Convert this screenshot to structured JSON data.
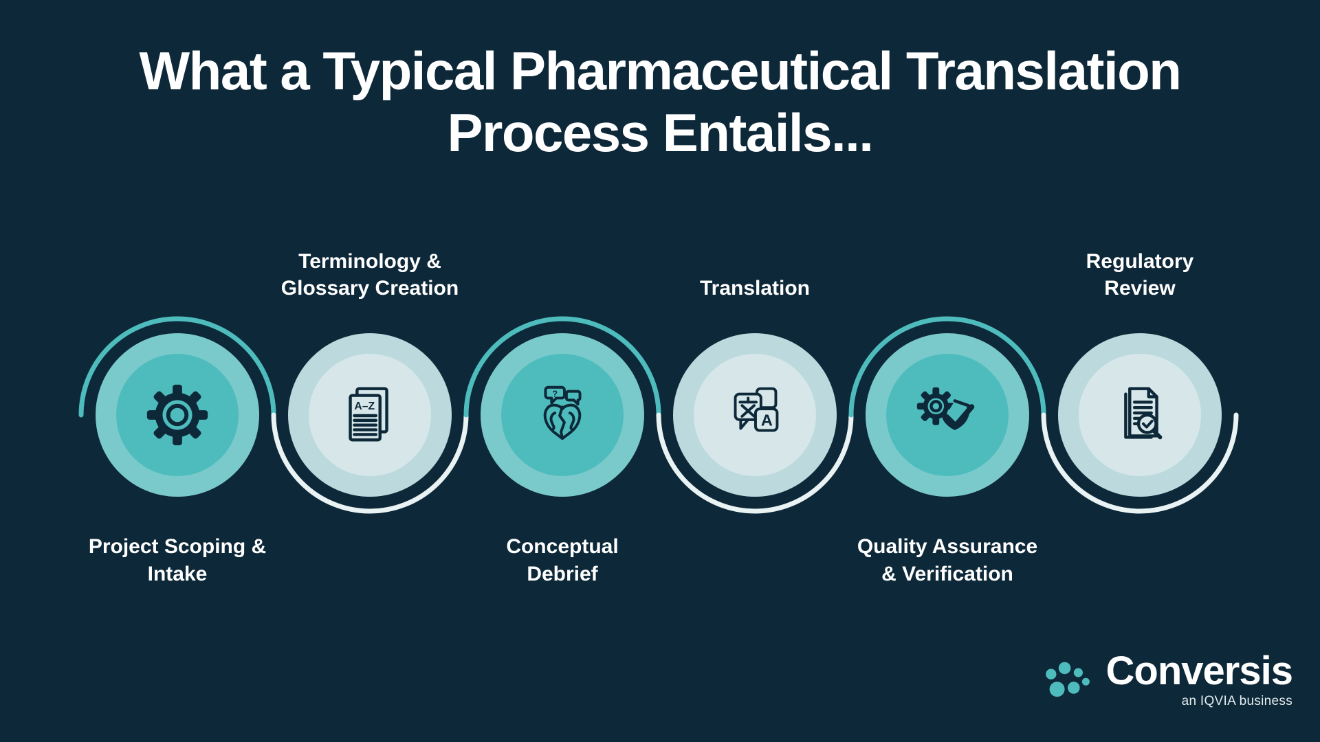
{
  "colors": {
    "background": "#0D2838",
    "teal": "#4EBCBD",
    "teal_band": "#7BCACB",
    "pale": "#D7E7E9",
    "pale_band": "#BCDADD",
    "arc_light": "#EAF3F4",
    "icon": "#0D2838",
    "text": "#FFFFFF"
  },
  "title": {
    "line1": "What a Typical Pharmaceutical Translation",
    "line2": "Process Entails..."
  },
  "steps": [
    {
      "label": "Project Scoping &\nIntake",
      "label_position": "below",
      "variant": "teal",
      "icon": "gear"
    },
    {
      "label": "Terminology &\nGlossary Creation",
      "label_position": "above",
      "variant": "pale",
      "icon": "glossary-document"
    },
    {
      "label": "Conceptual\nDebrief",
      "label_position": "below",
      "variant": "teal",
      "icon": "discussion-shield"
    },
    {
      "label": "Translation",
      "label_position": "above",
      "variant": "pale",
      "icon": "translation"
    },
    {
      "label": "Quality Assurance\n& Verification",
      "label_position": "below",
      "variant": "teal",
      "icon": "quality-shield-check"
    },
    {
      "label": "Regulatory\nReview",
      "label_position": "above",
      "variant": "pale",
      "icon": "document-magnifier"
    }
  ],
  "icon_labels": {
    "glossary_range": "A–Z",
    "question_mark": "?",
    "latin_letter": "A"
  },
  "logo": {
    "name": "Conversis",
    "tagline": "an IQVIA business"
  }
}
